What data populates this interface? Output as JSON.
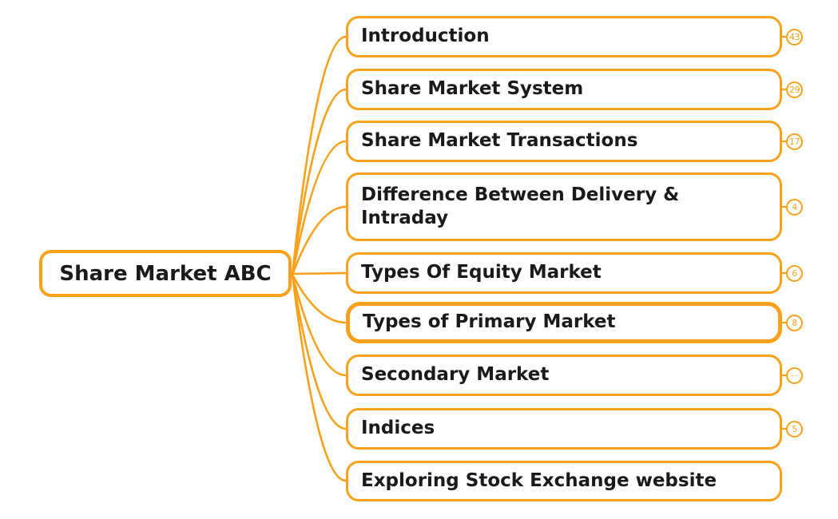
{
  "diagram": {
    "type": "mindmap",
    "root": {
      "label": "Share Market ABC"
    },
    "children": [
      {
        "label": "Introduction",
        "badge": "43"
      },
      {
        "label": "Share Market System",
        "badge": "29"
      },
      {
        "label": "Share Market Transactions",
        "badge": "17"
      },
      {
        "label": "Difference Between Delivery &\nIntraday",
        "badge": "4"
      },
      {
        "label": "Types Of Equity Market",
        "badge": "6"
      },
      {
        "label": "Types of Primary Market",
        "badge": "8",
        "emphasized": true
      },
      {
        "label": "Secondary Market",
        "badge": "···"
      },
      {
        "label": "Indices",
        "badge": "5"
      },
      {
        "label": "Exploring Stock Exchange website",
        "badge": null
      }
    ],
    "colors": {
      "accent": "#F9A11B",
      "text": "#1A1A1A",
      "background": "#FFFFFF"
    }
  }
}
